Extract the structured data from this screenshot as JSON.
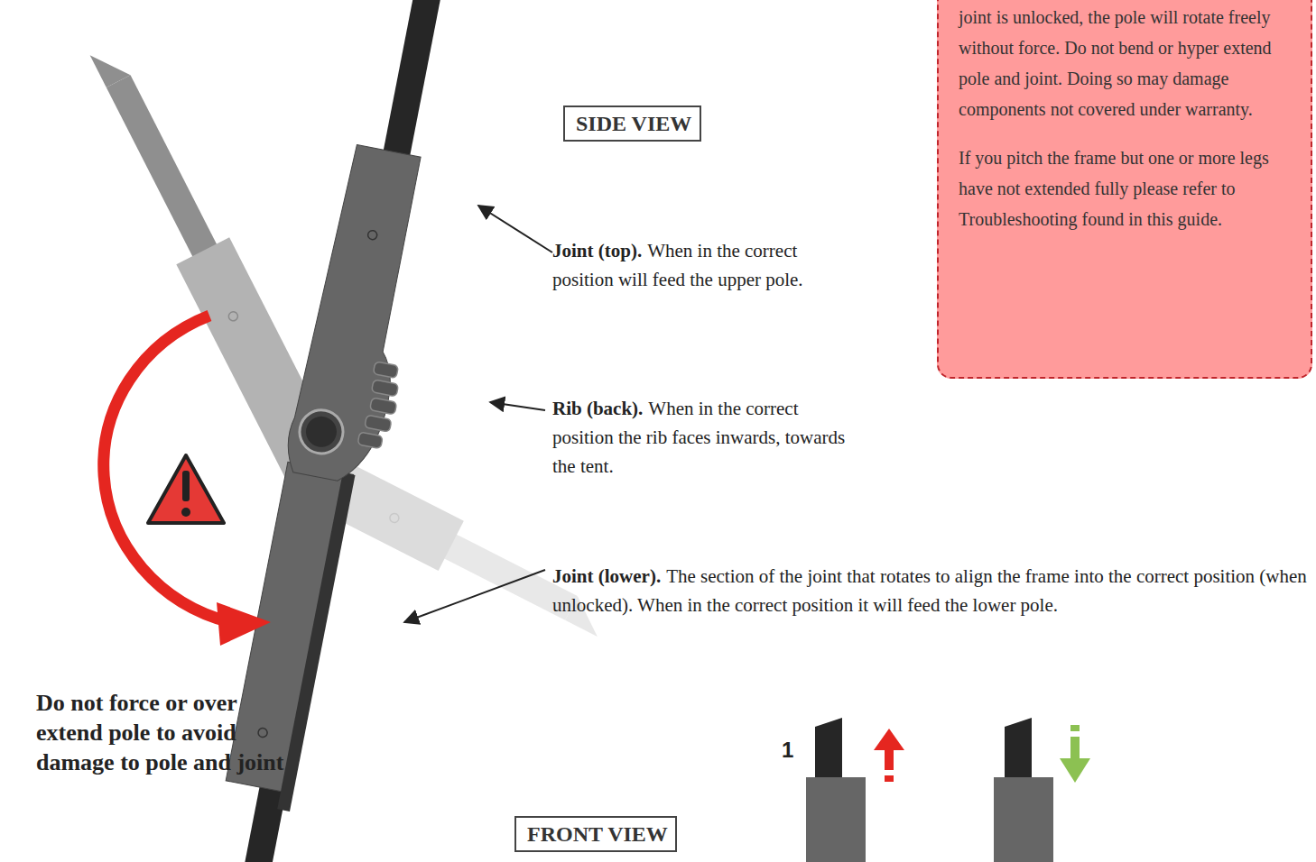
{
  "diagram": {
    "nodes": [
      {
        "text": [
          "joint is unlocked, the pole will rotate freely without force. Do not bend or hyper extend pole and joint. Doing so may damage components not covered under warranty.",
          "If you pitch the frame but one or more legs have not extended fully please refer to Troubleshooting found in this guide."
        ]
      },
      {
        "text": [
          "SIDE VIEW"
        ]
      },
      {
        "text": [
          "FRONT VIEW"
        ]
      }
    ],
    "labels": [
      "Joint (top).",
      "When in the correct position will feed the upper pole.",
      "Rib (back).",
      "When in the correct position the rib faces inwards, towards the tent.",
      "Joint (lower).",
      "The section of the joint that rotates to align the frame into the correct position (when unlocked). When in the correct position it will feed the lower pole.",
      "Do not force or over extend pole to avoid damage to pole and joint",
      "1"
    ]
  }
}
